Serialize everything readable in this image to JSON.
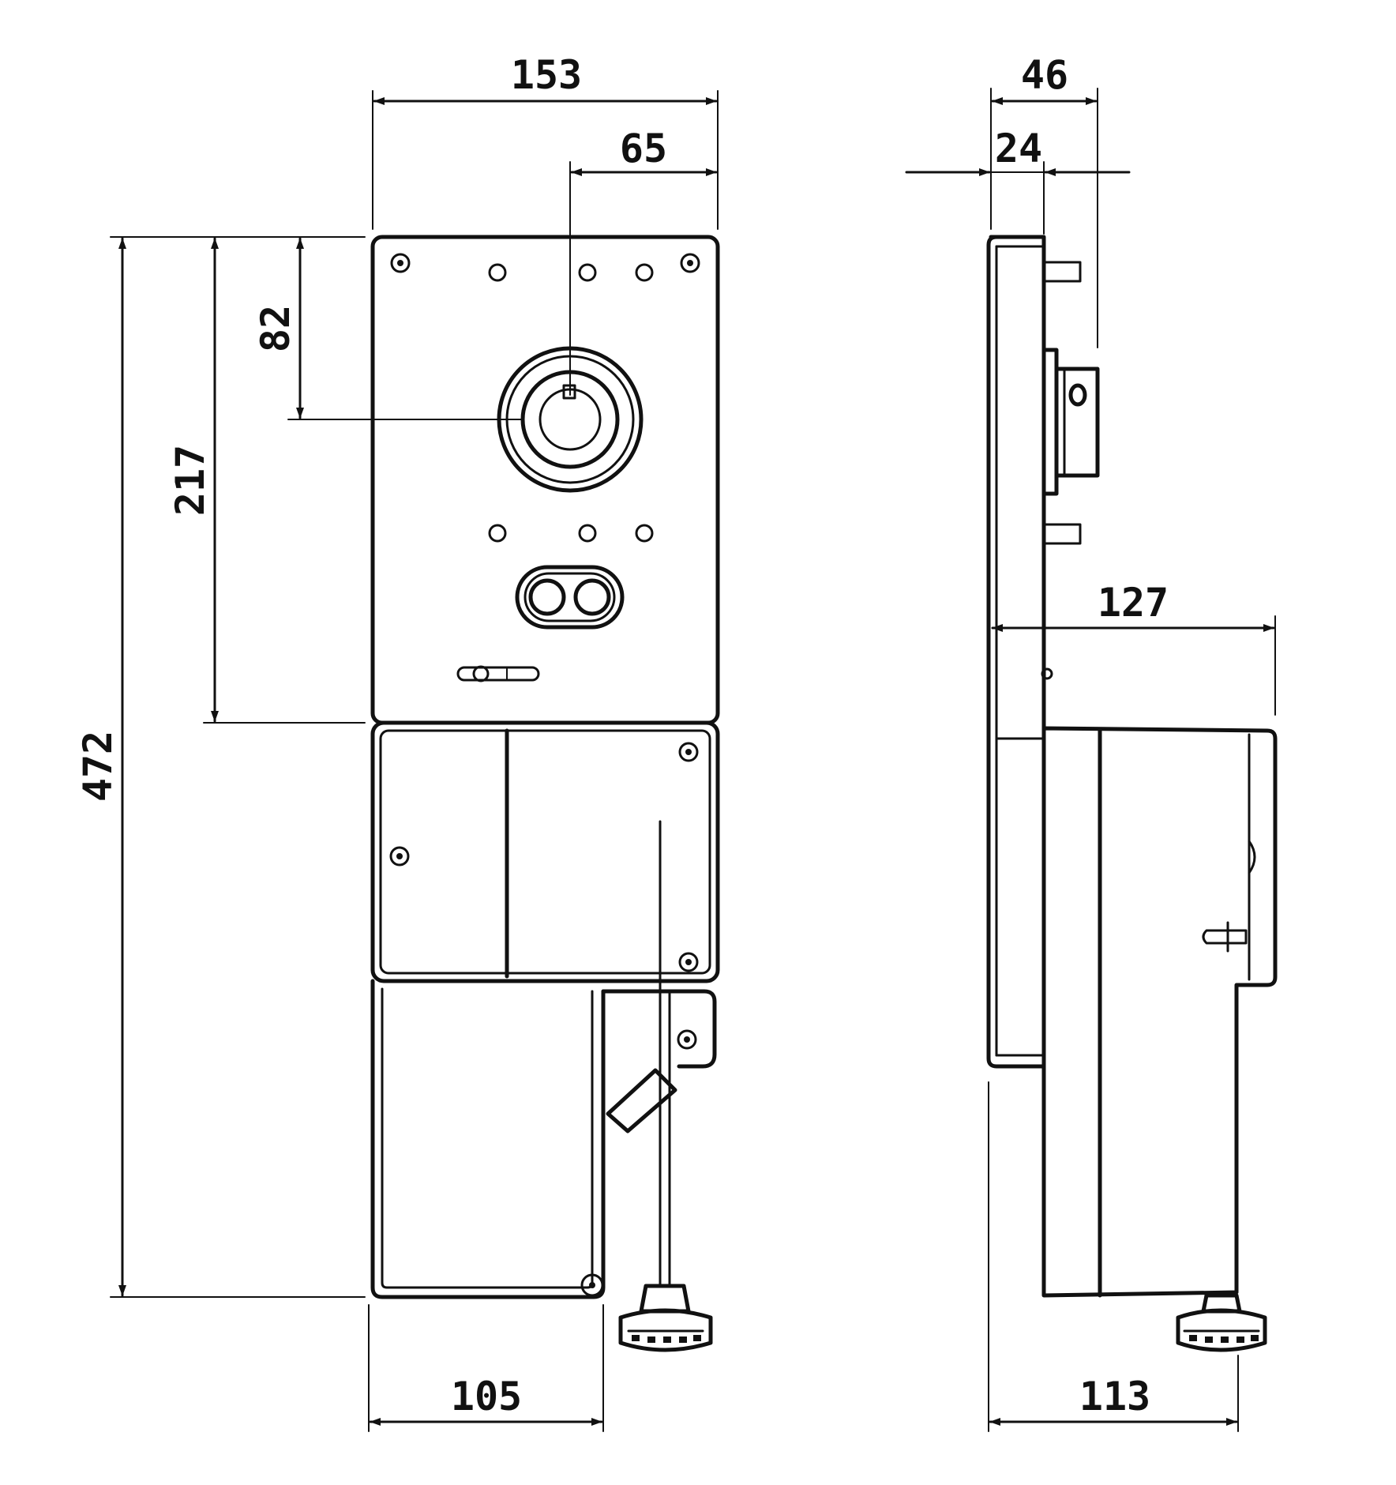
{
  "drawing": {
    "line_color": "#111111",
    "background": "#ffffff",
    "front_view": {
      "dimensions": {
        "overall_width": "153",
        "shaft_offset_right": "65",
        "shaft_offset_top": "82",
        "mounting_plate_height": "217",
        "overall_height": "472",
        "bottom_width": "105"
      }
    },
    "side_view": {
      "dimensions": {
        "depth_total": "46",
        "depth_inner": "24",
        "housing_depth": "127",
        "base_depth": "113"
      }
    }
  }
}
